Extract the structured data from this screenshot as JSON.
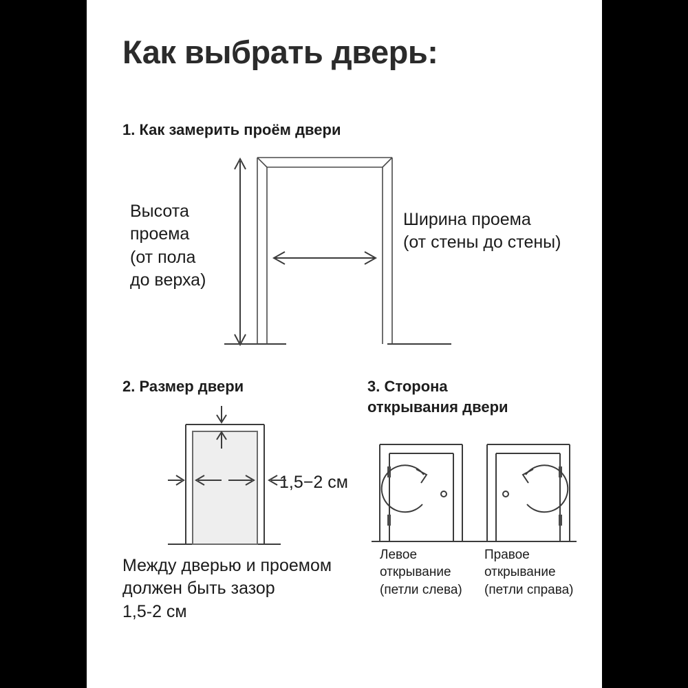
{
  "poster": {
    "title": "Как выбрать дверь:",
    "background_color": "#ffffff",
    "letterbox_color": "#000000",
    "text_color": "#1b1b1b"
  },
  "sections": [
    {
      "heading": "1. Как замерить проём двери",
      "labels": {
        "height": "Высота\nпроема\n(от пола\nдо верха)",
        "width": "Ширина проема\n(от стены до стены)"
      },
      "diagram": "doorway-frame-with-height-and-width-arrows"
    },
    {
      "heading": "2. Размер двери",
      "gap_value": "1,5−2 см",
      "caption": "Между дверью и проемом\nдолжен быть зазор\n1,5-2 см",
      "diagram": "door-in-opening-with-clearance-arrows"
    },
    {
      "heading": "3. Сторона\nоткрывания двери",
      "doors": [
        {
          "caption": "Левое\nоткрывание\n(петли слева)",
          "hinge_side": "left"
        },
        {
          "caption": "Правое\nоткрывание\n(петли справа)",
          "hinge_side": "right"
        }
      ],
      "diagram": "left-and-right-hand-door-swing"
    }
  ]
}
